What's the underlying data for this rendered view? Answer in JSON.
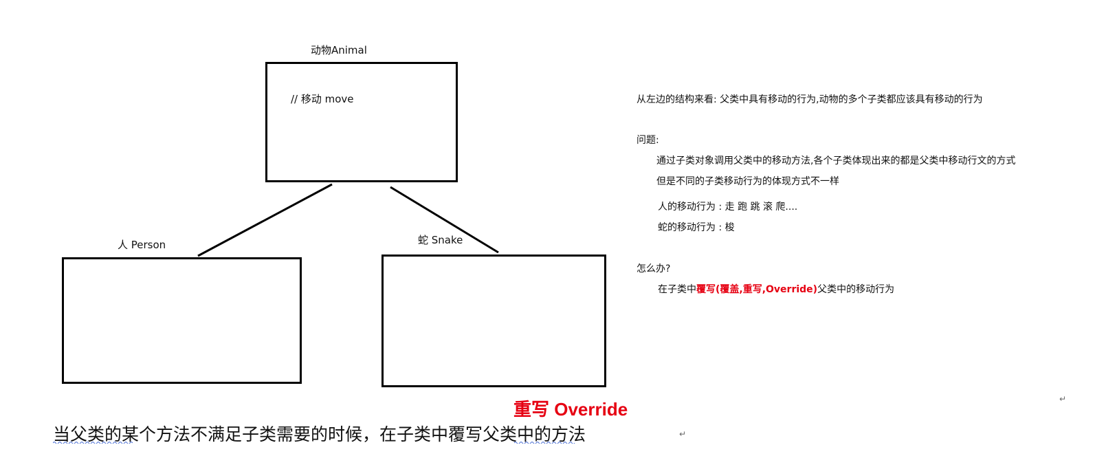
{
  "diagram": {
    "parent_title": "动物Animal",
    "parent_comment": "// 移动 move",
    "child_left_title": "人 Person",
    "child_right_title": "蛇 Snake"
  },
  "notes": {
    "observation": "从左边的结构来看: 父类中具有移动的行为,动物的多个子类都应该具有移动的行为",
    "problem_heading": "问题:",
    "problem_line1": "通过子类对象调用父类中的移动方法,各个子类体现出来的都是父类中移动行文的方式",
    "problem_line2": "但是不同的子类移动行为的体现方式不一样",
    "person_move": "人的移动行为 : 走  跑  跳  滚 爬....",
    "snake_move": "蛇的移动行为 : 梭",
    "solution_heading": "怎么办?",
    "solution_prefix": "在子类中",
    "solution_highlight": "覆写(覆盖,重写,Override)",
    "solution_suffix": "父类中的移动行为"
  },
  "heading": {
    "override_title": "重写  Override"
  },
  "footer": {
    "sentence": "当父类的某个方法不满足子类需要的时候，在子类中覆写父类中的方法"
  },
  "colors": {
    "accent_red": "#e60012",
    "line": "#000000",
    "spellcheck": "#4a6fd4"
  }
}
